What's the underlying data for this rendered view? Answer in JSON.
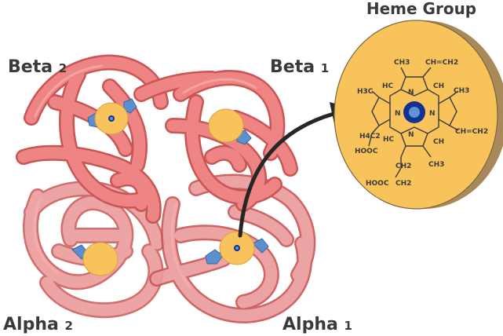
{
  "subunits": {
    "beta2": {
      "name": "Beta",
      "index": "2"
    },
    "beta1": {
      "name": "Beta",
      "index": "1"
    },
    "alpha2": {
      "name": "Alpha",
      "index": "2"
    },
    "alpha1": {
      "name": "Alpha",
      "index": "1"
    }
  },
  "heme": {
    "title": "Heme Group",
    "groups": {
      "ch3_top": "CH3",
      "vinyl_top": "CH=CH2",
      "h3c_left": "H3C",
      "hc_top": "HC",
      "ch_top": "CH",
      "ch3_right": "CH3",
      "h4c2_left": "H4C2",
      "vinyl_right": "CH=CH2",
      "hooc_left": "HOOC",
      "hc_bottom": "HC",
      "ch_bottom": "CH",
      "ch2_mid": "CH2",
      "ch3_bottom": "CH3",
      "hooc_bottom": "HOOC",
      "ch2_bottom": "CH2",
      "n_top": "N",
      "n_left": "N",
      "n_right": "N",
      "n_bottom": "N"
    }
  },
  "colors": {
    "protein": "#e97a7a",
    "protein_dark": "#c95555",
    "protein_light": "#f4a3a3",
    "heme_disc": "#f8c35a",
    "heme_edge": "#a88a5a",
    "iron_outer": "#13318f",
    "iron_inner": "#5f93d6",
    "arrow": "#262626"
  }
}
